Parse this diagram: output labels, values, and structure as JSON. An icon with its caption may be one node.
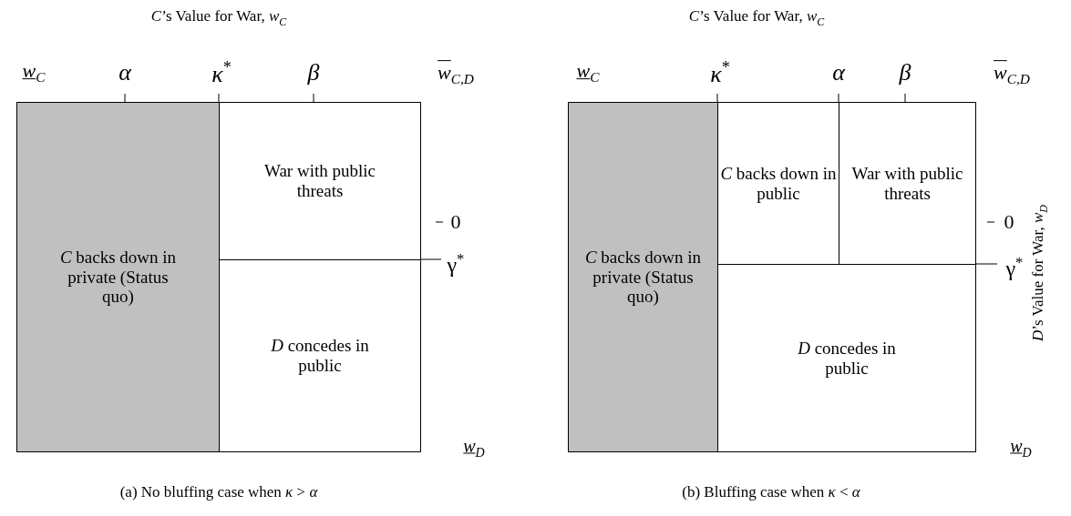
{
  "diagram": {
    "nodes": [
      {
        "text": [
          "*C* backs down in private (Status quo)"
        ]
      },
      {
        "text": [
          "War with public threats"
        ]
      },
      {
        "text": [
          "*D* concedes in public"
        ]
      },
      {
        "text": [
          "*C* backs down in private (Status quo)"
        ]
      },
      {
        "text": [
          "*C* backs down in public"
        ]
      },
      {
        "text": [
          "War with public threats"
        ]
      },
      {
        "text": [
          "*D* concedes in public"
        ]
      }
    ],
    "labels": [
      "*C*’s Value for War,  *w*$_{C}$",
      "*C*’s Value for War,  *w*$_{C}$",
      "w$_{C}$",
      "α",
      "κ$^{*}$",
      "β",
      "w$_{C,D}$",
      "w$_{C}$",
      "κ$^{*}$",
      "α",
      "β",
      "w$_{C,D}$",
      "0",
      "γ$^{*}$",
      "w$_{D}$",
      "0",
      "γ$^{*}$",
      "*D*’s Value for War,  *w*$_{D}$",
      "w$_{D}$",
      "(a) No bluffing case when *κ* > *α*",
      "(b) Bluffing case when *κ* < *α*"
    ]
  }
}
